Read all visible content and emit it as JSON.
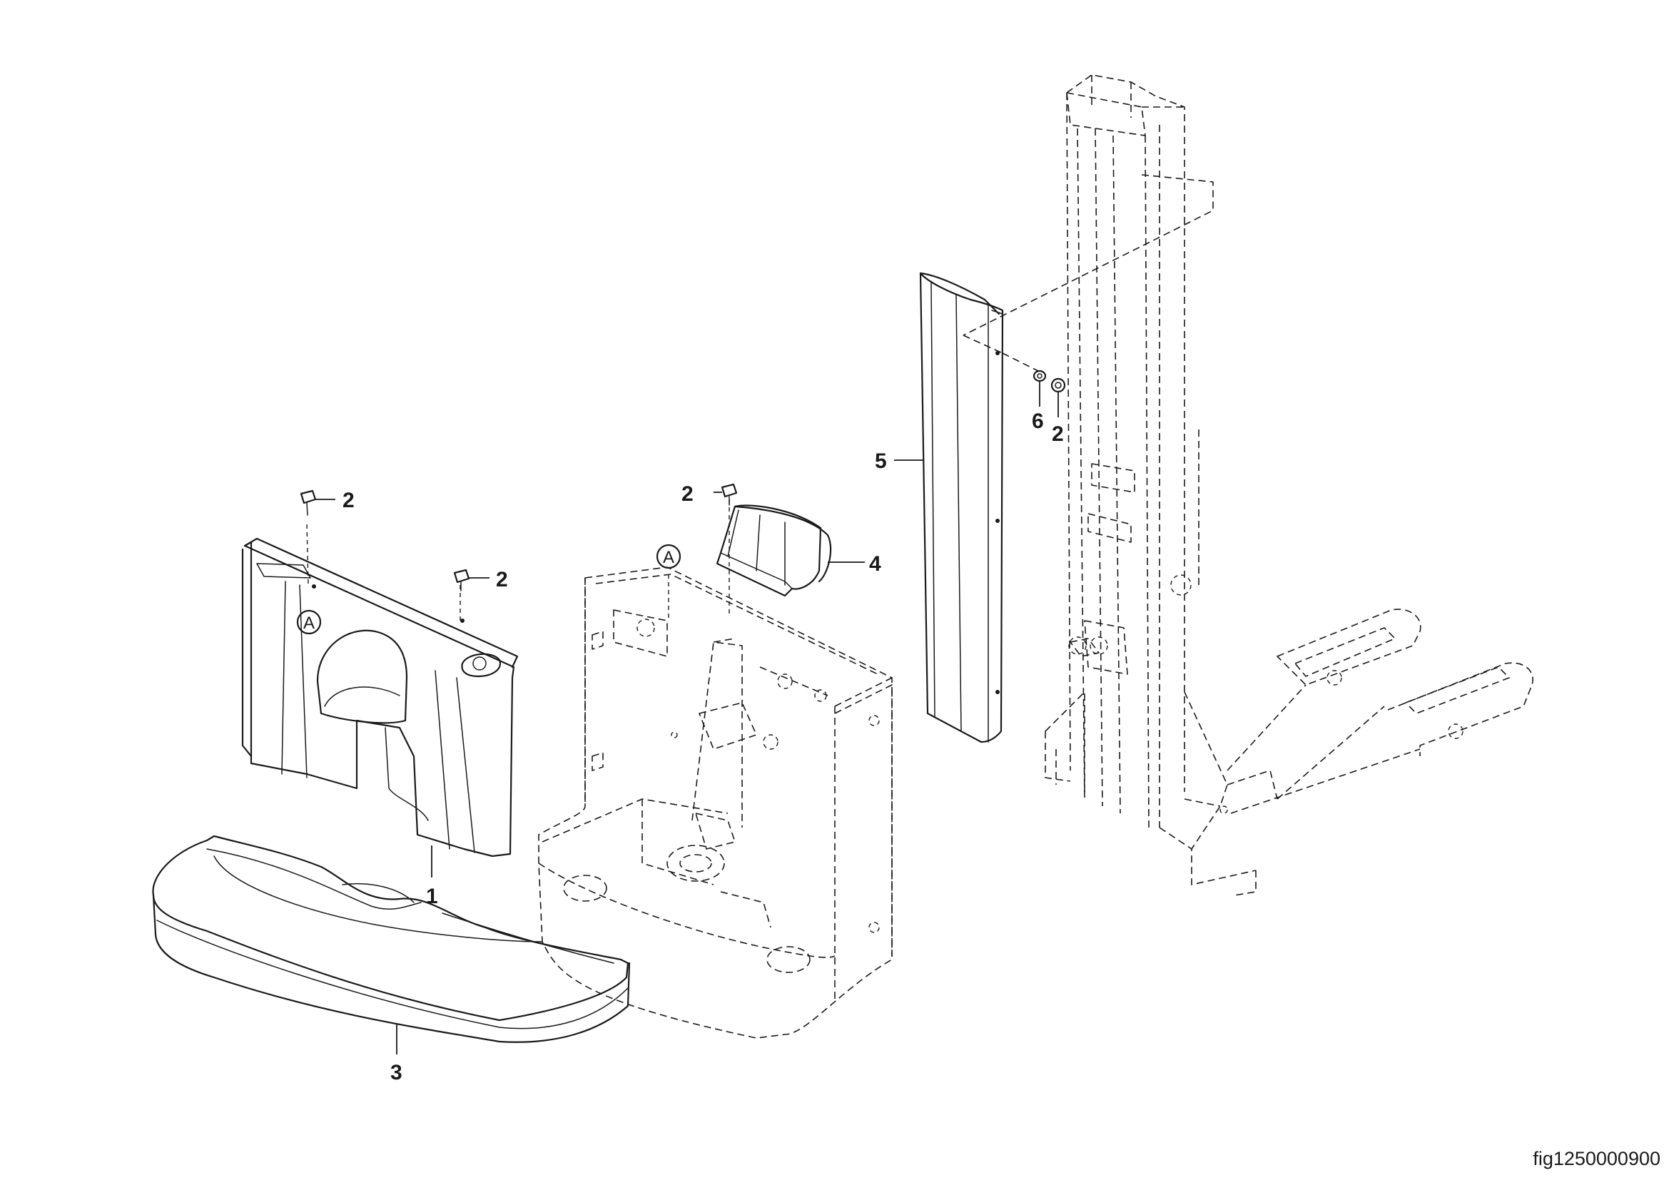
{
  "figure_id": "fig1250000900",
  "callouts": {
    "item_1": "1",
    "item_2_left_a": "2",
    "item_2_left_b": "2",
    "item_2_center": "2",
    "item_2_right": "2",
    "item_3": "3",
    "item_4": "4",
    "item_5": "5",
    "item_6": "6"
  },
  "reference_marks": {
    "a_left": "A",
    "a_center": "A"
  }
}
